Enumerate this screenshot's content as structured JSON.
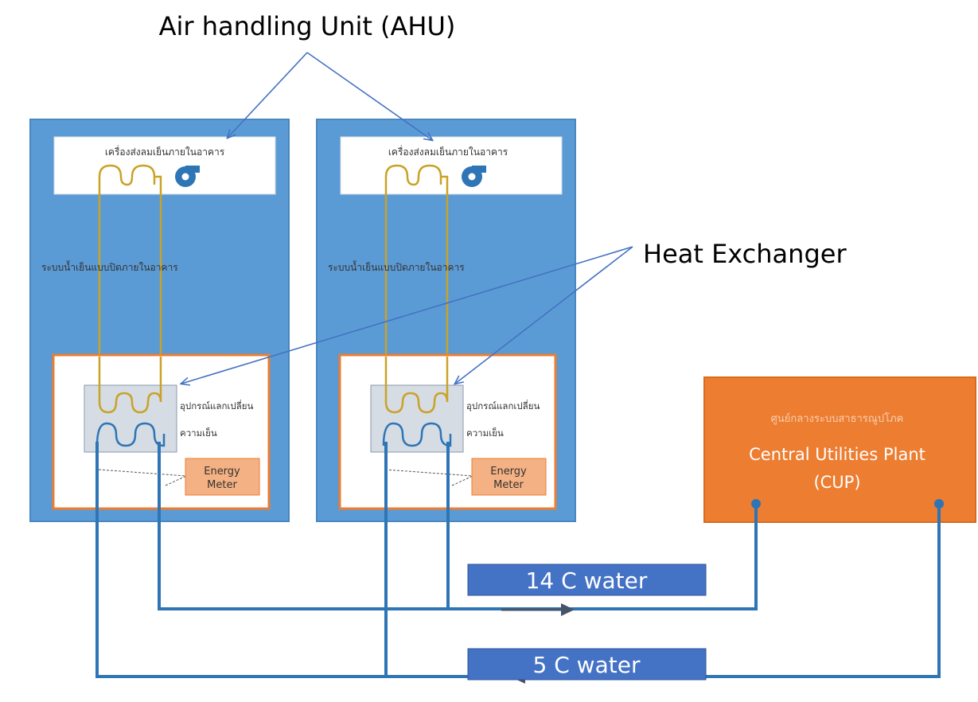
{
  "labels": {
    "ahu": "Air handling Unit (AHU)",
    "heat_exchanger": "Heat Exchanger"
  },
  "buildings": [
    {
      "ahu_label": "เครื่องส่งลมเย็นภายในอาคาร",
      "system_label": "ระบบน้ำเย็นแบบปิดภายในอาคาร",
      "hx_label_line1": "อุปกรณ์แลกเปลี่ยน",
      "hx_label_line2": "ความเย็น",
      "meter_line1": "Energy",
      "meter_line2": "Meter"
    },
    {
      "ahu_label": "เครื่องส่งลมเย็นภายในอาคาร",
      "system_label": "ระบบน้ำเย็นแบบปิดภายในอาคาร",
      "hx_label_line1": "อุปกรณ์แลกเปลี่ยน",
      "hx_label_line2": "ความเย็น",
      "meter_line1": "Energy",
      "meter_line2": "Meter"
    }
  ],
  "cup": {
    "thai_label": "ศูนย์กลางระบบสาธารณูปโภค",
    "line1": "Central Utilities Plant",
    "line2": "(CUP)"
  },
  "water": {
    "return_label": "14 C water",
    "supply_label": "5 C water"
  },
  "colors": {
    "building": "#5b9bd5",
    "building_border": "#4a87c0",
    "panel_border": "#ed7d31",
    "coil": "#c9a227",
    "coil_blue": "#2e75b6",
    "pipe": "#2e75b6",
    "cup": "#ed7d31",
    "meter": "#f4b183",
    "water_label_bg": "#4472c4",
    "callout": "#4472c4"
  }
}
